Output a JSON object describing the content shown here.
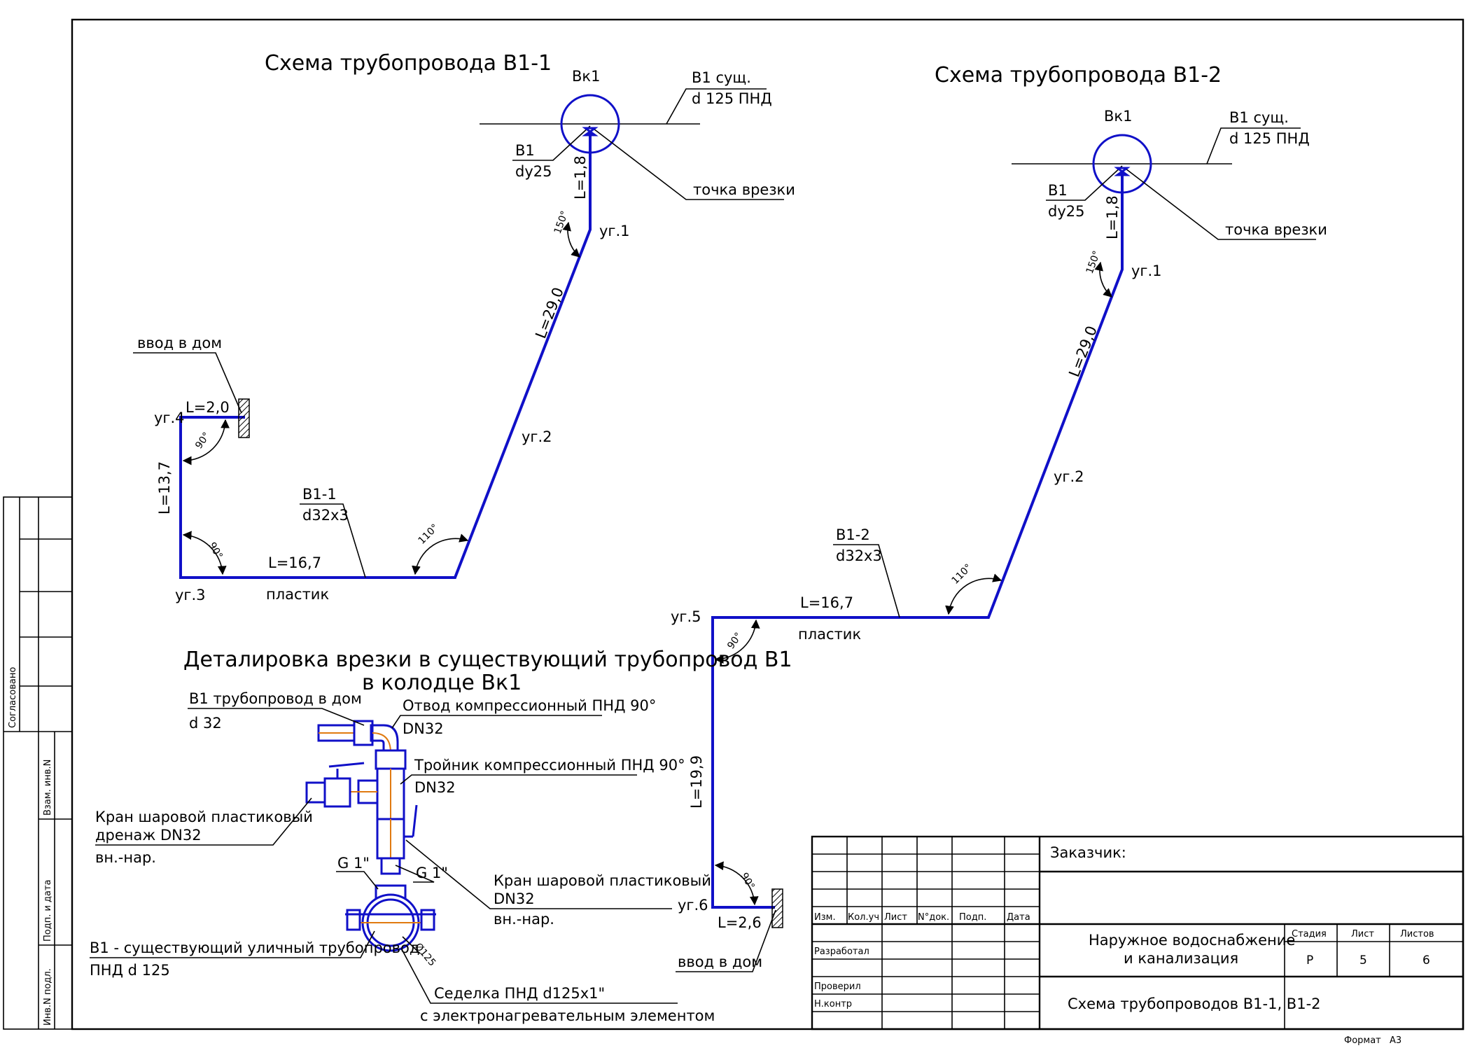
{
  "scheme1": {
    "title": "Схема трубопровода В1-1",
    "well": "Вк1",
    "existing_pipe_name": "В1  сущ.",
    "existing_pipe_diam": "d 125 ПНД",
    "branch_name": "В1",
    "branch_diam": "dу25",
    "tap_point": "точка врезки",
    "seg_L1": "L=1,8",
    "seg_L2": "L=29,0",
    "seg_L3": "L=16,7",
    "seg_L4": "L=13,7",
    "seg_L5": "L=2,0",
    "angle_150": "150°",
    "angle_110": "110°",
    "angle_90a": "90°",
    "angle_90b": "90°",
    "node1": "уг.1",
    "node2": "уг.2",
    "node3": "уг.3",
    "node4": "уг.4",
    "pipe_label": "В1-1",
    "pipe_size": "d32х3",
    "material": "пластик",
    "house_entry": "ввод в дом"
  },
  "scheme2": {
    "title": "Схема трубопровода В1-2",
    "well": "Вк1",
    "existing_pipe_name": "В1  сущ.",
    "existing_pipe_diam": "d 125 ПНД",
    "branch_name": "В1",
    "branch_diam": "dу25",
    "tap_point": "точка врезки",
    "seg_L1": "L=1,8",
    "seg_L2": "L=29,0",
    "seg_L3": "L=16,7",
    "seg_L4": "L=19,9",
    "seg_L5": "L=2,6",
    "angle_150": "150°",
    "angle_110": "110°",
    "angle_90a": "90°",
    "angle_90b": "90°",
    "node1": "уг.1",
    "node2": "уг.2",
    "node5": "уг.5",
    "node6": "уг.6",
    "pipe_label": "В1-2",
    "pipe_size": "d32х3",
    "material": "пластик",
    "house_entry": "ввод в дом"
  },
  "detail": {
    "title_line1": "Деталировка врезки в существующий трубопровод В1",
    "title_line2": "в колодце Вк1",
    "house_pipe": "В1 трубопровод в дом",
    "house_pipe_diam": "d 32",
    "elbow": "Отвод компрессионный ПНД 90°",
    "elbow_dn": "DN32",
    "tee": "Тройник компрессионный ПНД 90°",
    "tee_dn": "DN32",
    "drain_valve_l1": "Кран шаровой пластиковый",
    "drain_valve_l2": "дренаж DN32",
    "drain_valve_thread": "вн.-нар.",
    "g1_left": "G 1\"",
    "g1_right": "G 1\"",
    "valve_l1": "Кран шаровой пластиковый",
    "valve_l2": "DN32",
    "valve_thread": "вн.-нар.",
    "street_pipe": "В1 - существующий уличный трубопровод",
    "street_pipe_diam": "ПНД  d 125",
    "diam_mark": "Ø125",
    "saddle_l1": "Седелка ПНД d125х1\"",
    "saddle_l2": "с электронагревательным элементом"
  },
  "side_stamp": {
    "agreed": "Согласовано",
    "replaced": "Взам. инв.N",
    "sign_date": "Подп. и дата",
    "inv": "Инв.N подл."
  },
  "title_block": {
    "customer": "Заказчик:",
    "col_izm": "Изм.",
    "col_koluch": "Кол.уч",
    "col_list": "Лист",
    "col_ndok": "N°док.",
    "col_podp": "Подп.",
    "col_data": "Дата",
    "row_developed": "Разработал",
    "row_checked": "Проверил",
    "row_ncontrol": "Н.контр",
    "object_l1": "Наружное водоснабжение",
    "object_l2": "и канализация",
    "sheet_title": "Схема трубопроводов В1-1, В1-2",
    "stage_head": "Стадия",
    "sheet_head": "Лист",
    "sheets_head": "Листов",
    "stage": "Р",
    "sheet": "5",
    "sheets": "6",
    "format_label": "Формат",
    "format": "А3"
  }
}
